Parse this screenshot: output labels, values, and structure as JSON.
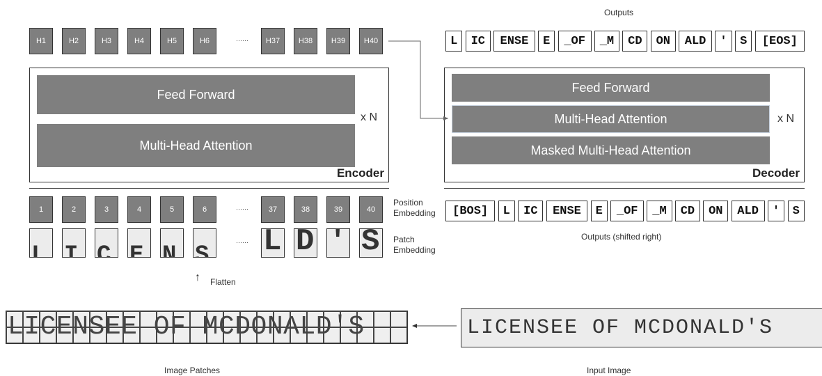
{
  "encoder": {
    "hidden_tokens": [
      "H1",
      "H2",
      "H3",
      "H4",
      "H5",
      "H6",
      "H37",
      "H38",
      "H39",
      "H40"
    ],
    "ellipsis": "······",
    "layers": [
      "Feed Forward",
      "Multi-Head Attention"
    ],
    "repeat": "x N",
    "title": "Encoder"
  },
  "embedding": {
    "positions": [
      "1",
      "2",
      "3",
      "4",
      "5",
      "6",
      "37",
      "38",
      "39",
      "40"
    ],
    "ellipsis": "······",
    "position_label": "Position\nEmbedding",
    "patch_label": "Patch\nEmbedding",
    "patch_glyphs": [
      "L",
      "I",
      "C",
      "E",
      "N",
      "S",
      "L",
      "D",
      "'",
      "S"
    ],
    "flatten": "Flatten"
  },
  "decoder": {
    "outputs_title": "Outputs",
    "output_tokens": [
      "L",
      "IC",
      "ENSE",
      "E",
      "_OF",
      "_M",
      "CD",
      "ON",
      "ALD",
      "'",
      "S",
      "[EOS]"
    ],
    "layers": [
      "Feed Forward",
      "Multi-Head Attention",
      "Masked Multi-Head Attention"
    ],
    "repeat": "x N",
    "title": "Decoder",
    "shifted_tokens": [
      "[BOS]",
      "L",
      "IC",
      "ENSE",
      "E",
      "_OF",
      "_M",
      "CD",
      "ON",
      "ALD",
      "'",
      "S"
    ],
    "shifted_label": "Outputs (shifted right)"
  },
  "bottom": {
    "patches_text": "LICENSEE OF MCDONALD'S",
    "patches_label": "Image Patches",
    "input_text": "LICENSEE OF MCDONALD'S",
    "input_label": "Input Image"
  }
}
